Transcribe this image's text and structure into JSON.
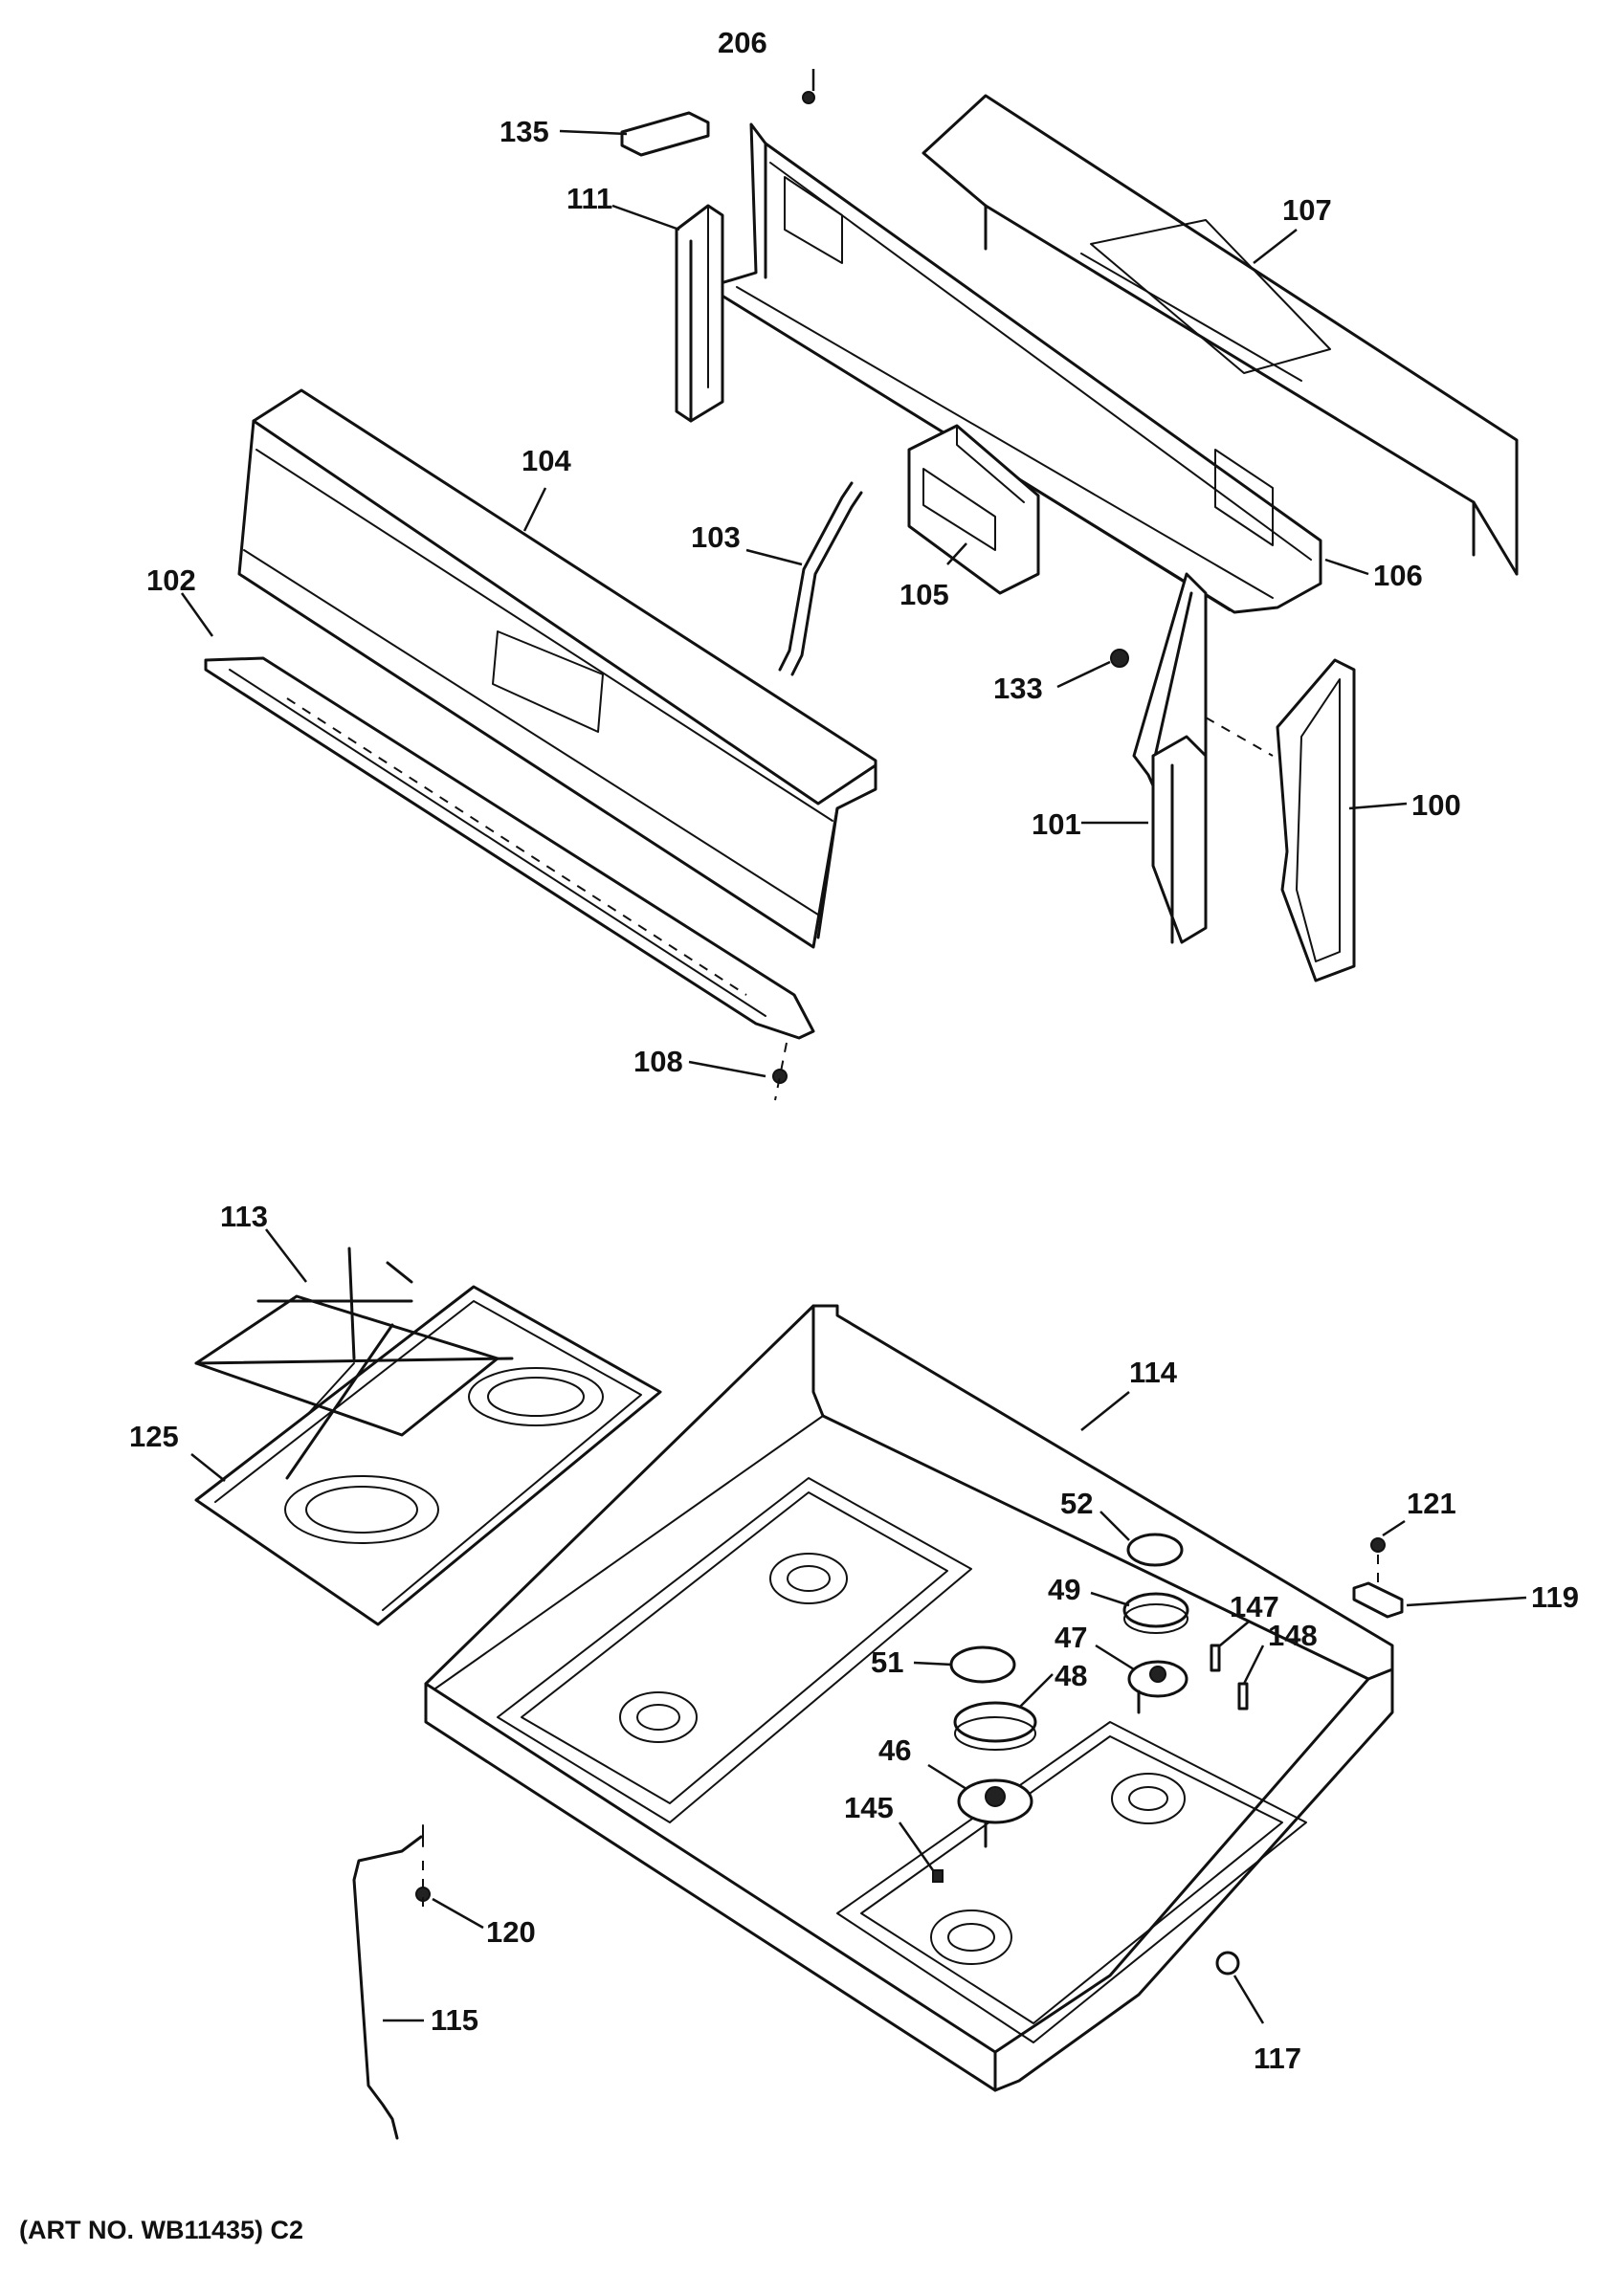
{
  "caption": "(ART NO. WB11435) C2",
  "callouts": {
    "c206": "206",
    "c135": "135",
    "c111": "111",
    "c107": "107",
    "c104": "104",
    "c103": "103",
    "c105": "105",
    "c106": "106",
    "c102": "102",
    "c133": "133",
    "c101": "101",
    "c100": "100",
    "c108": "108",
    "c113": "113",
    "c114": "114",
    "c125": "125",
    "c52": "52",
    "c121": "121",
    "c49": "49",
    "c119": "119",
    "c147": "147",
    "c47": "47",
    "c148": "148",
    "c51": "51",
    "c48": "48",
    "c46": "46",
    "c145": "145",
    "c120": "120",
    "c115": "115",
    "c117": "117"
  }
}
